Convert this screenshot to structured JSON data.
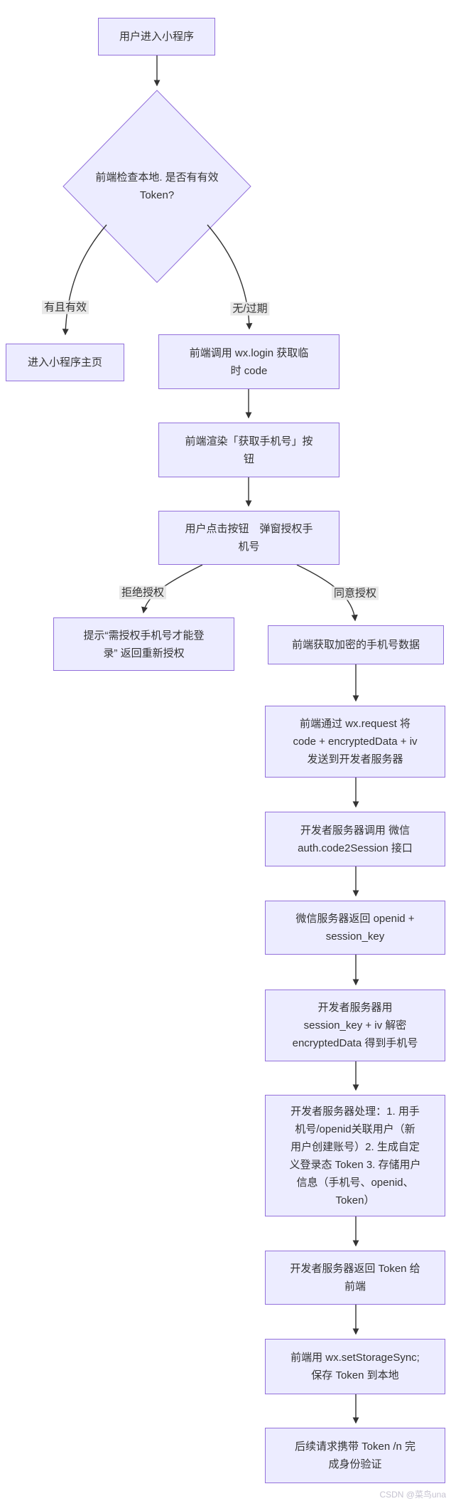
{
  "diagram": {
    "nodes": {
      "start": {
        "label": "用户进入小程序"
      },
      "check": {
        "label": "前端检查本地. 是否有有效\nToken?"
      },
      "home": {
        "label": "进入小程序主页"
      },
      "wxlogin": {
        "label": "前端调用 wx.login 获取临\n时 code"
      },
      "render_btn": {
        "label": "前端渲染「获取手机号」按\n钮"
      },
      "click_btn": {
        "label": "用户点击按钮　弹窗授权手\n机号"
      },
      "deny_tip": {
        "label": "提示“需授权手机号才能登\n录” 返回重新授权"
      },
      "encrypted": {
        "label": "前端获取加密的手机号数据"
      },
      "request": {
        "label": "前端通过 wx.request 将\ncode + encryptedData + iv\n发送到开发者服务器"
      },
      "code2session": {
        "label": "开发者服务器调用 微信\nauth.code2Session 接口"
      },
      "openid": {
        "label": "微信服务器返回 openid +\nsession_key"
      },
      "decrypt": {
        "label": "开发者服务器用\nsession_key + iv 解密\nencryptedData 得到手机号"
      },
      "process": {
        "label": "开发者服务器处理：1. 用手\n机号/openid关联用户（新\n用户创建账号）2. 生成自定\n义登录态 Token 3. 存储用户\n信息（手机号、openid、\nToken）"
      },
      "return_token": {
        "label": "开发者服务器返回 Token 给\n前端"
      },
      "save_token": {
        "label": "前端用 wx.setStorageSync;\n保存 Token 到本地"
      },
      "verify": {
        "label": "后续请求携带 Token /n 完\n成身份验证"
      }
    },
    "edge_labels": {
      "valid": "有且有效",
      "invalid": "无/过期",
      "deny": "拒绝授权",
      "agree": "同意授权"
    },
    "colors": {
      "node_fill": "#ECECFF",
      "node_border": "#9370DB",
      "edge": "#333333",
      "edge_label_bg": "#e8e8e8"
    },
    "watermark": "CSDN @菜鸟una"
  }
}
